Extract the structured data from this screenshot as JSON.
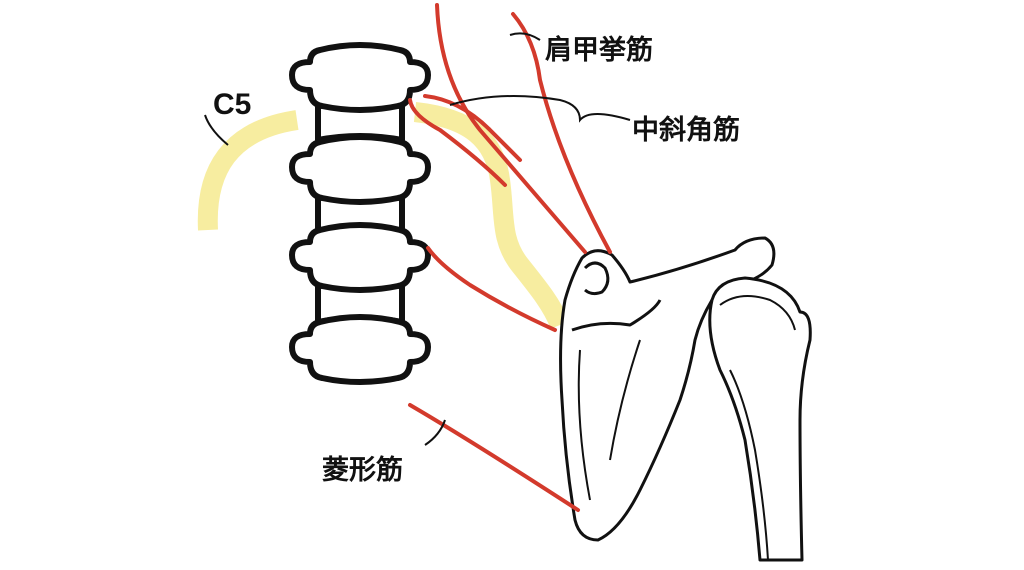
{
  "labels": {
    "nerve_root": "C5",
    "levator_scapulae": "肩甲挙筋",
    "middle_scalene": "中斜角筋",
    "rhomboid": "菱形筋"
  },
  "colors": {
    "muscle": "#d33a2c",
    "nerve": "#f7eda0",
    "bone_outline": "#111111"
  }
}
